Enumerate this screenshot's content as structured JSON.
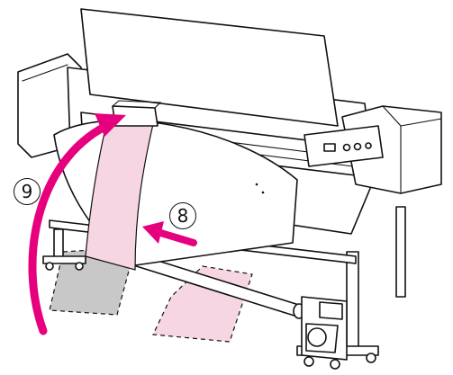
{
  "step_labels": {
    "step_8": "8",
    "step_9": "9"
  },
  "colors": {
    "media_pink": "#f7d6e4",
    "arrow_magenta": "#e6007e",
    "media_gray": "#c8c8c8",
    "outline": "#111111"
  },
  "icons": {
    "printer": "large-format-printer-illustration",
    "arrow_9": "curved-feed-arrow",
    "arrow_8": "straight-pull-arrow"
  }
}
